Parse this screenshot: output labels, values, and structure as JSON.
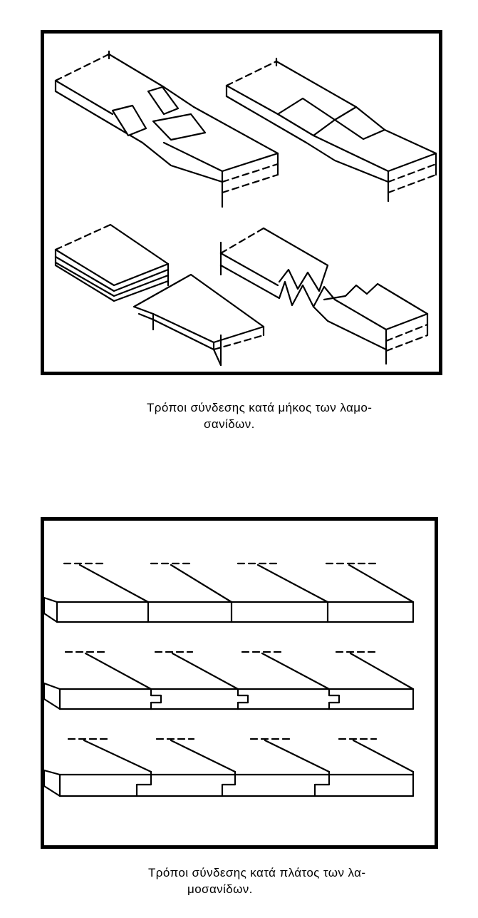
{
  "figure_top": {
    "caption_line1": "Τρόποι σύνδεσης κατά μήκος των λαμο-",
    "caption_line2": "σανίδων."
  },
  "figure_bottom": {
    "caption_line1": "Τρόποι σύνδεσης κατά πλάτος των λα-",
    "caption_line2": "μοσανίδων."
  }
}
